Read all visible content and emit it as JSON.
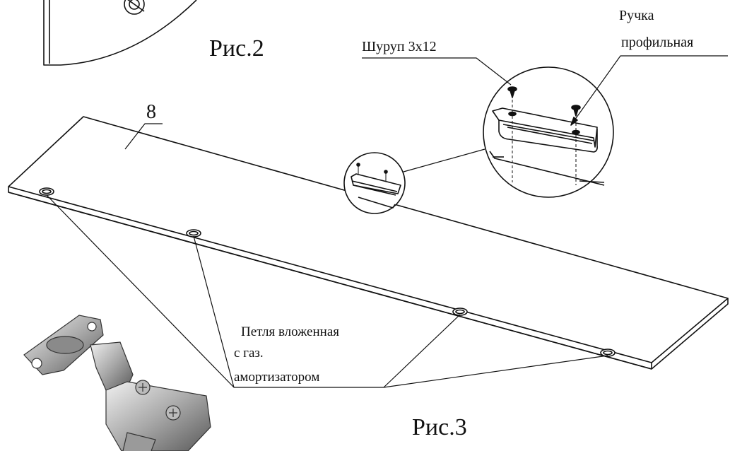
{
  "figures": {
    "fig2_label": "Рис.2",
    "fig3_label": "Рис.3"
  },
  "panel": {
    "part_number": "8"
  },
  "callouts": {
    "screw": "Шуруп 3х12",
    "handle_line1": "Ручка",
    "handle_line2": "профильная",
    "hinge_line1": "Петля вложенная",
    "hinge_line2": "с газ.",
    "hinge_line3": "амортизатором"
  },
  "colors": {
    "line": "#111111",
    "metal_light": "#d9d9d9",
    "metal_dark": "#6e6e6e"
  }
}
